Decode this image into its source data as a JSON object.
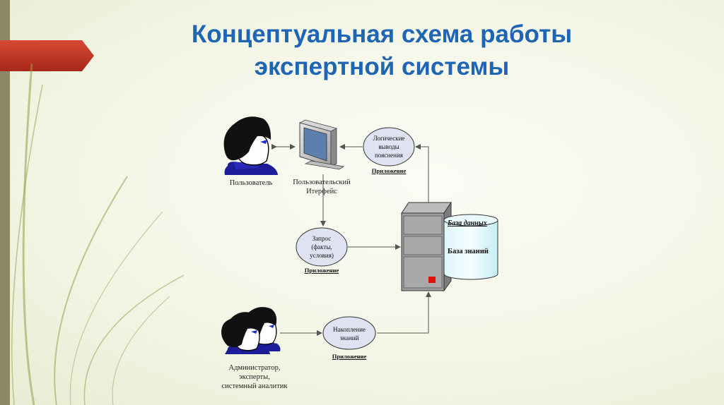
{
  "slide": {
    "title_line1": "Концептуальная схема работы",
    "title_line2": "экспертной системы"
  },
  "diagram": {
    "user_label": "Пользователь",
    "interface_label_line1": "Пользовательский",
    "interface_label_line2": "Итерфейс",
    "logic_node": {
      "line1": "Логические",
      "line2": "выводы",
      "line3": "пояснения",
      "link": "Приложение"
    },
    "query_node": {
      "line1": "Запрос",
      "line2": "(факты,",
      "line3": "условия)",
      "link": "Приложение"
    },
    "accum_node": {
      "line1": "Накопление",
      "line2": "знаний",
      "link": "Приложение"
    },
    "database": {
      "header": "База данных",
      "inner": "База знаний"
    },
    "admin_label_line1": "Администратор,",
    "admin_label_line2": "эксперты,",
    "admin_label_line3": "системный аналитик"
  },
  "colors": {
    "title": "#1f65b5",
    "accent_arrow": "#c0392b",
    "node_fill": "#dfe3f1",
    "server_body": "#9a9a9a"
  }
}
